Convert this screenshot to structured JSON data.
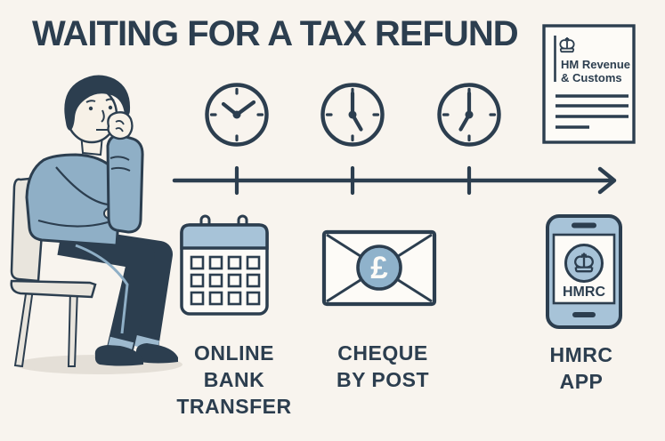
{
  "title": "WAITING FOR A TAX REFUND",
  "colors": {
    "background": "#f8f4ee",
    "ink_navy": "#2c3e4f",
    "sweater_blue": "#8fafc6",
    "light_blue": "#a7c3d8",
    "coin_blue": "#8fb2cb",
    "paper_white": "#fdfbf7",
    "chair_gray": "#e9e5dd",
    "shadow_gray": "#e4dfd7"
  },
  "hmrc_letter": {
    "icon": "hmrc-letter-icon",
    "org_name_line1": "HM Revenue",
    "org_name_line2": "& Customs"
  },
  "clocks": [
    {
      "icon": "clock-icon",
      "time": "10:10"
    },
    {
      "icon": "clock-icon",
      "time": "5:00"
    },
    {
      "icon": "clock-icon",
      "time": "7:00"
    }
  ],
  "timeline": {
    "ticks": 3,
    "direction": "right"
  },
  "envelope": {
    "icon": "envelope-pound-icon",
    "currency_symbol": "£"
  },
  "phone": {
    "icon": "smartphone-icon",
    "app_label": "HMRC",
    "app_logo": "crown-icon"
  },
  "person": {
    "icon": "waiting-man-illustration",
    "pose": "sitting on chair, hand on chin"
  },
  "methods": [
    {
      "id": "online-bank-transfer",
      "icon": "calendar-icon",
      "label_lines": [
        "ONLINE",
        "BANK",
        "TRANSFER"
      ]
    },
    {
      "id": "cheque-by-post",
      "icon": "envelope-pound-icon",
      "label_lines": [
        "CHEQUE",
        "BY POST"
      ]
    },
    {
      "id": "hmrc-app",
      "icon": "smartphone-icon",
      "label_lines": [
        "HMRC",
        "APP"
      ]
    }
  ]
}
